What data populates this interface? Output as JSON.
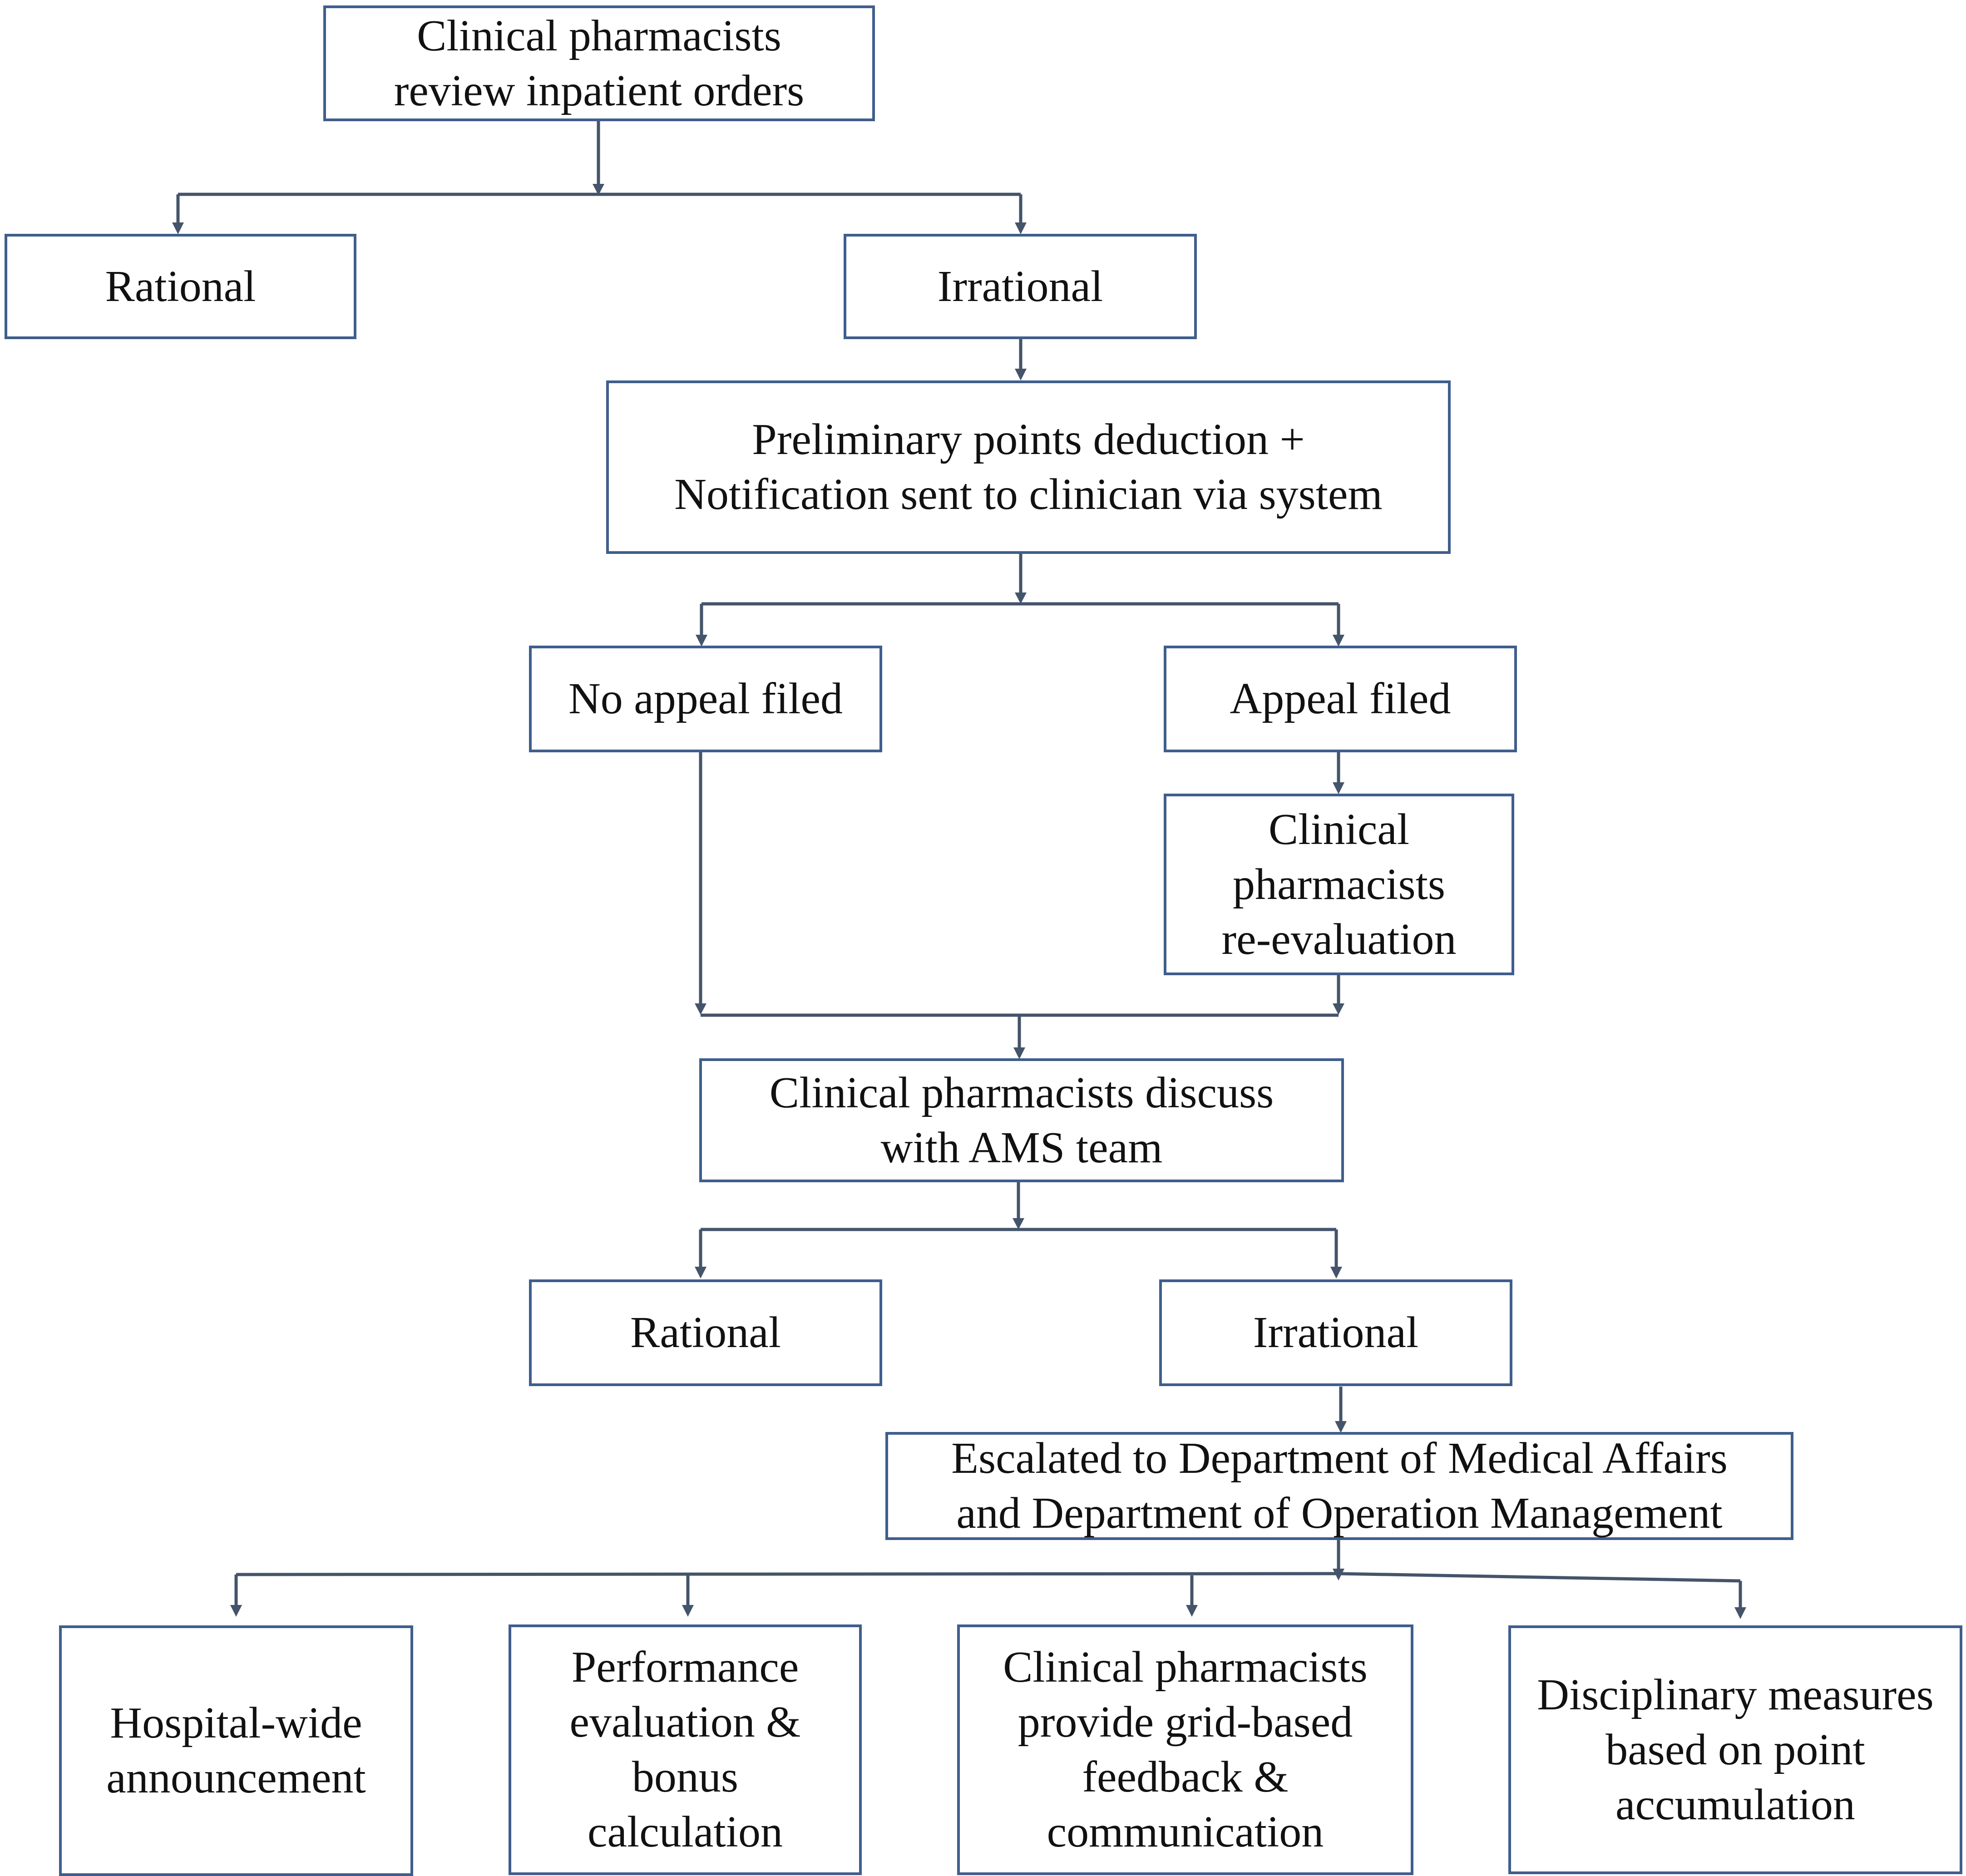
{
  "colors": {
    "box_border": "#3f5e8c",
    "connector": "#44546a",
    "text": "#111111",
    "background": "#ffffff"
  },
  "nodes": {
    "review": "Clinical pharmacists\nreview inpatient orders",
    "rational_1": "Rational",
    "irrational_1": "Irrational",
    "deduction": "Preliminary points deduction +\nNotification sent to clinician via system",
    "no_appeal": "No appeal filed",
    "appeal": "Appeal filed",
    "reevaluation": "Clinical\npharmacists\nre-evaluation",
    "ams_discuss": "Clinical pharmacists discuss\nwith AMS team",
    "rational_2": "Rational",
    "irrational_2": "Irrational",
    "escalated": "Escalated to Department of Medical Affairs\nand Department of Operation Management",
    "announcement": "Hospital-wide\nannouncement",
    "performance": "Performance\nevaluation &\nbonus\ncalculation",
    "feedback": "Clinical pharmacists\nprovide grid-based\nfeedback &\ncommunication",
    "disciplinary": "Disciplinary measures\nbased on point\naccumulation"
  }
}
